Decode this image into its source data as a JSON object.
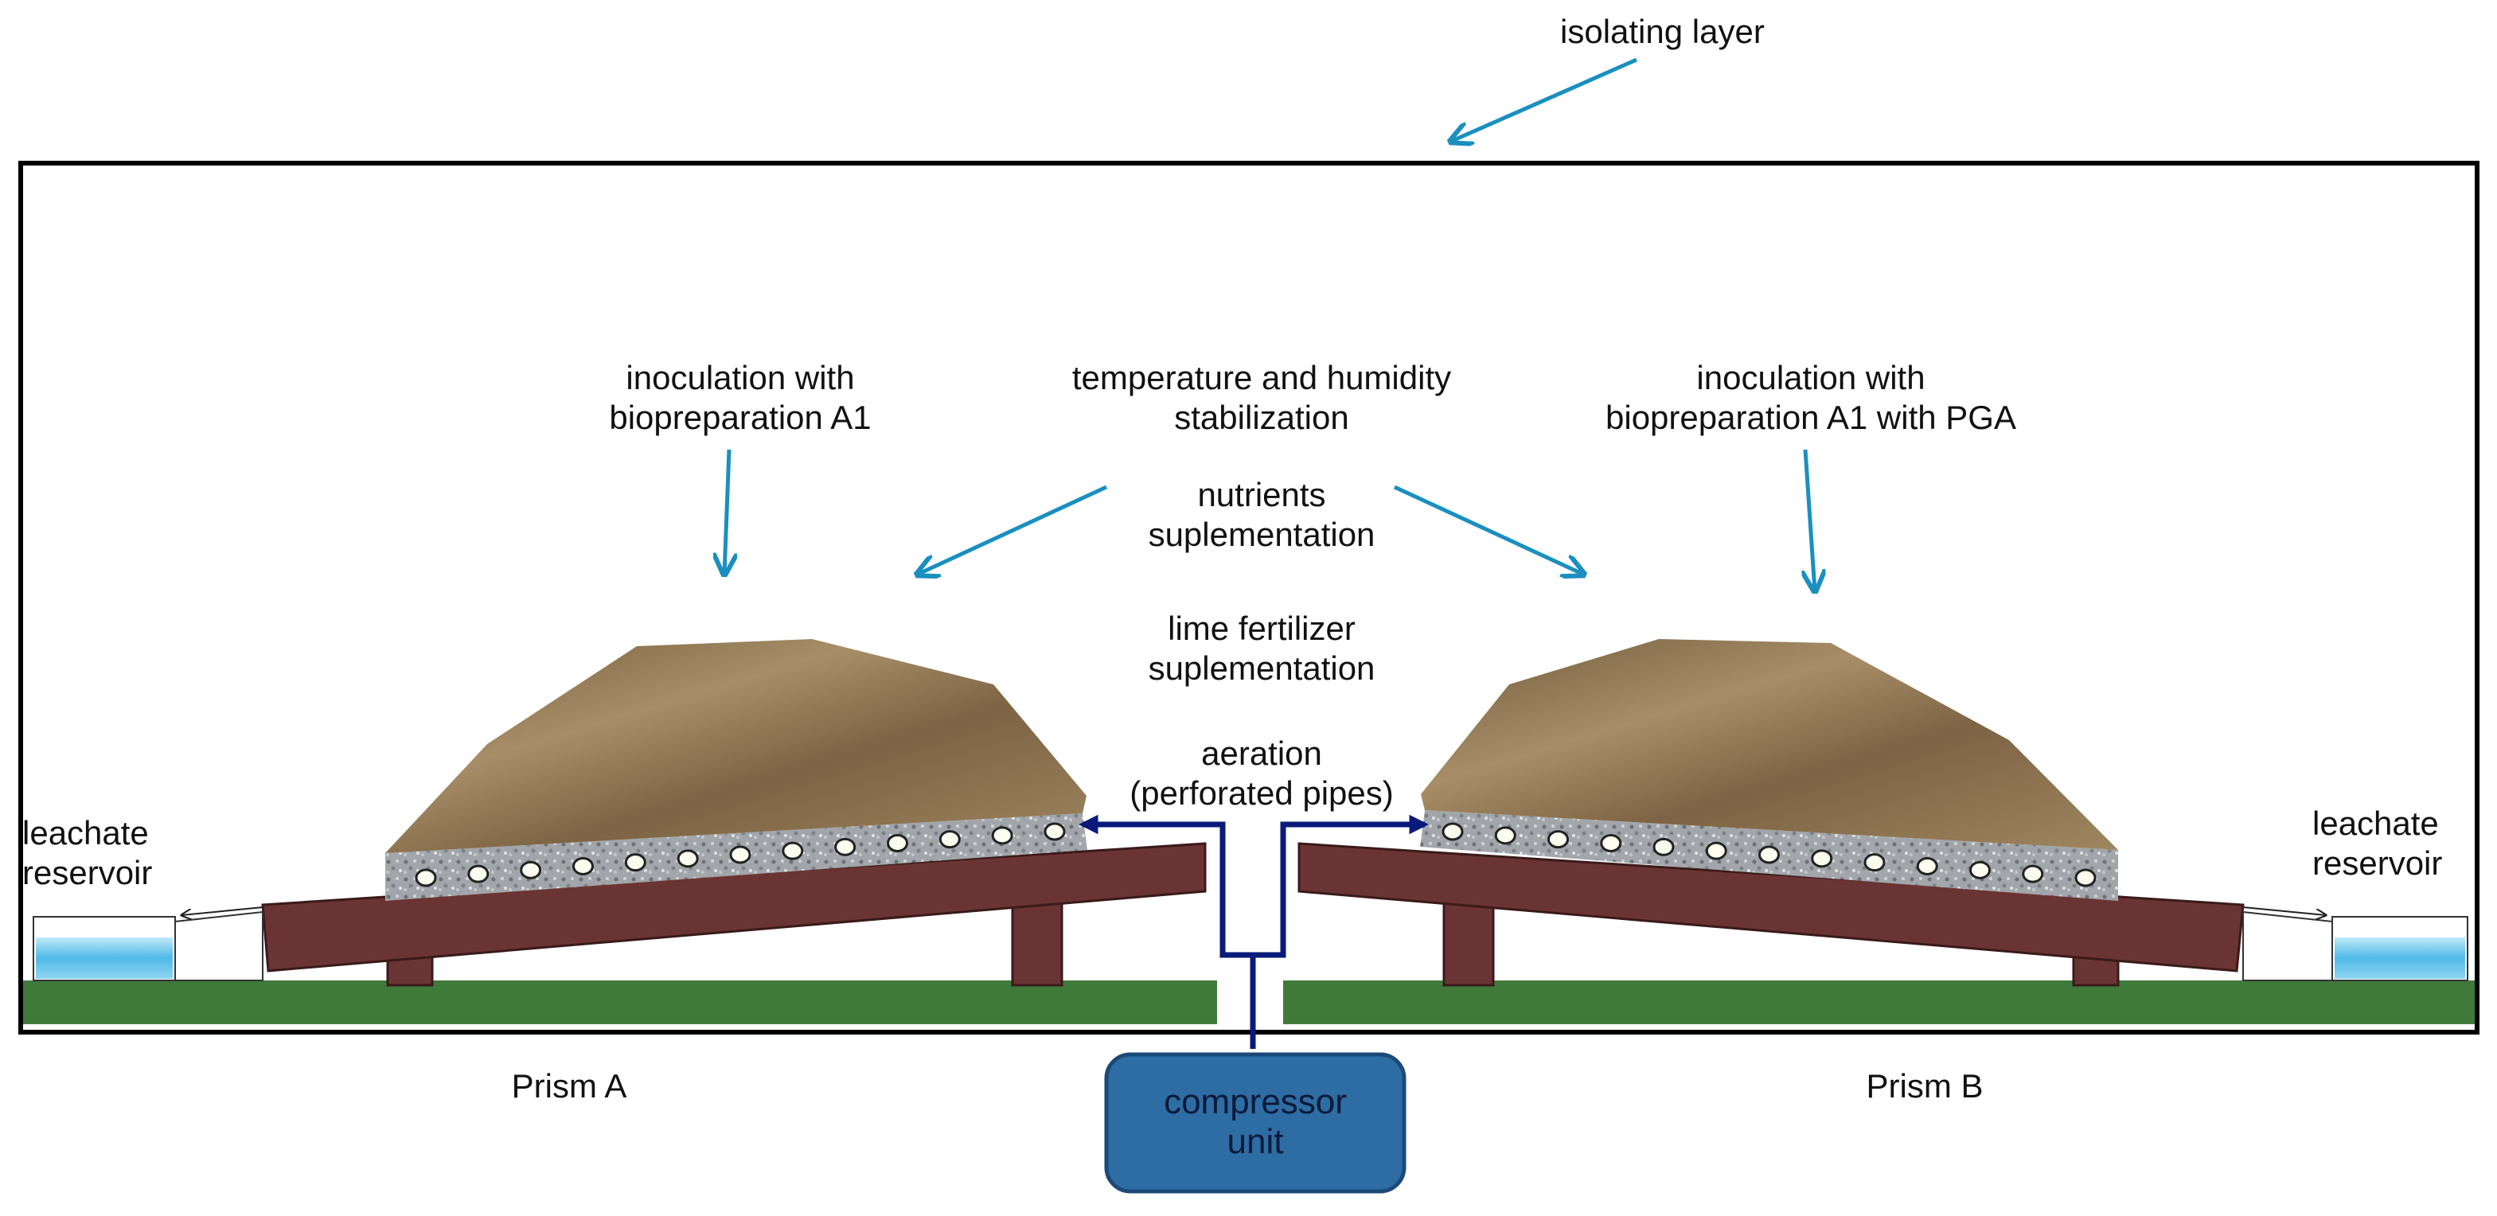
{
  "labels": {
    "isolating_layer": "isolating layer",
    "inoculation_a": [
      "inoculation with",
      "biopreparation A1"
    ],
    "inoculation_b": [
      "inoculation with",
      "biopreparation A1 with PGA"
    ],
    "temperature": [
      "temperature and humidity",
      "stabilization"
    ],
    "nutrients": [
      "nutrients",
      "suplementation"
    ],
    "lime": [
      "lime fertilizer",
      "suplementation"
    ],
    "aeration": [
      "aeration",
      "(perforated pipes)"
    ],
    "leachate_left": [
      "leachate",
      "reservoir"
    ],
    "leachate_right": [
      "leachate",
      "reservoir"
    ],
    "prism_a": "Prism A",
    "prism_b": "Prism B",
    "compressor": [
      "compressor",
      "unit"
    ]
  },
  "colors": {
    "arrow": "#1a8fc0",
    "pipe": "#0a1a7a",
    "platform": "#6b3434",
    "ground": "#3f7a3b",
    "soil": "#8a7150",
    "gravel": "#9a9ea3",
    "water": "#5fc4ea",
    "compressor": "#2e6da4"
  }
}
